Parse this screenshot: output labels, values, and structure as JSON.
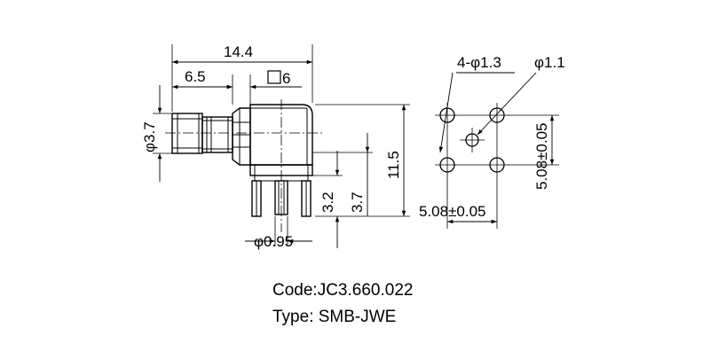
{
  "side_view": {
    "overall_length": "14.4",
    "plug_length": "6.5",
    "hex_size": "6",
    "body_diameter": "φ3.7",
    "height": "11.5",
    "standoff_a": "3.2",
    "standoff_b": "3.7",
    "pin_diameter": "φ0.95"
  },
  "footprint": {
    "pad_holes": "4-φ1.3",
    "center_hole": "φ1.1",
    "pitch_x": "5.08±0.05",
    "pitch_y": "5.08±0.05"
  },
  "caption": {
    "code": "Code:JC3.660.022",
    "type": "Type: SMB-JWE"
  }
}
